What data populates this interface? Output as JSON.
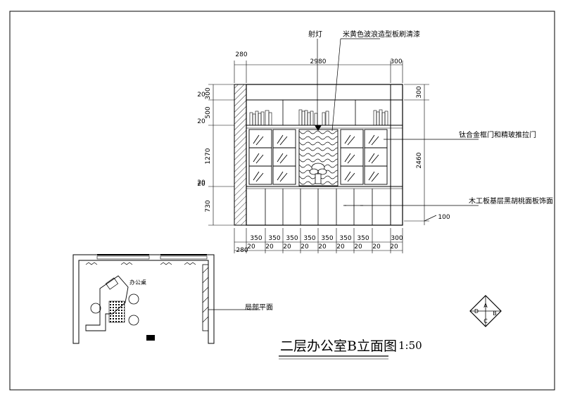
{
  "drawing": {
    "title": "二层办公室B立面图",
    "scale": "1:50",
    "annotations": {
      "spotlight": "射灯",
      "wave_panel": "米黄色波浪造型板刷清漆",
      "sliding_door": "钛合金框门和精玻推拉门",
      "wood_panel": "木工板基层黑胡桃面板饰面",
      "partial_plan": "局部平面",
      "desk": "办公桌"
    },
    "dims_top": {
      "left": "280",
      "overall": "2980",
      "right": "300"
    },
    "dims_left": [
      "20",
      "300",
      "20",
      "500",
      "20",
      "1270",
      "20",
      "730"
    ],
    "dims_right": {
      "top": "300",
      "height": "2460",
      "bottom": "100"
    },
    "dims_bottom_row1": [
      "350",
      "350",
      "350",
      "350",
      "350",
      "350",
      "350",
      "300"
    ],
    "dims_bottom_row2": [
      "280",
      "20",
      "20",
      "20",
      "20",
      "20",
      "20",
      "20",
      "20",
      "20"
    ],
    "compass_letters": [
      "A",
      "B",
      "C",
      "D"
    ]
  }
}
